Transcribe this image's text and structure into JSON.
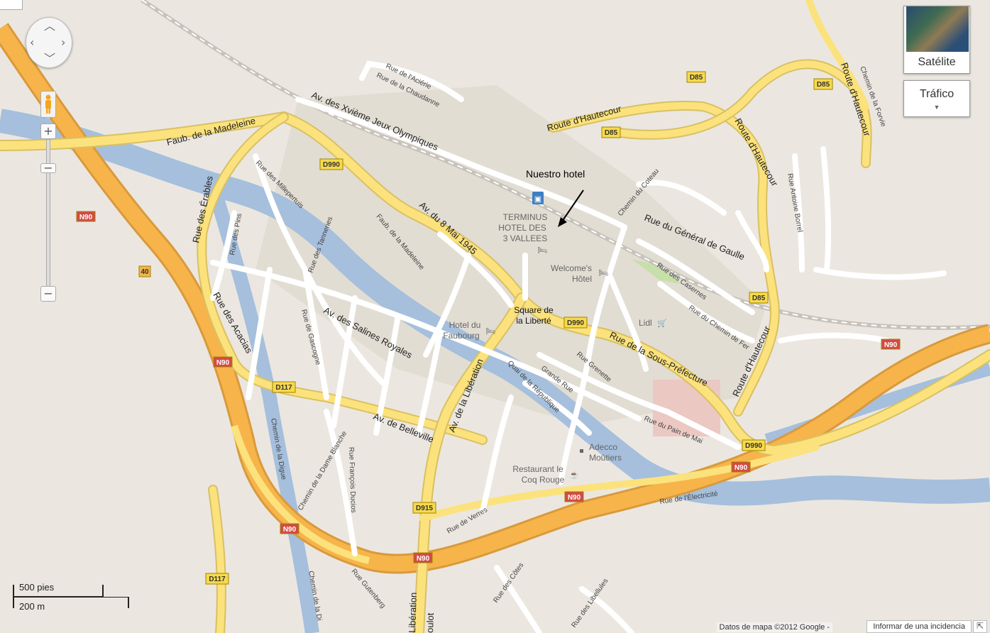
{
  "controls": {
    "pan": {
      "icons": [
        "chevron-up-icon",
        "chevron-left-icon",
        "chevron-right-icon",
        "chevron-down-icon"
      ]
    },
    "zoom_in": "+",
    "zoom_out": "−",
    "map_type": "Satélite",
    "traffic": "Tráfico"
  },
  "annotation": "Nuestro hotel",
  "places": {
    "terminus": [
      "TERMINUS",
      "HOTEL DES",
      "3 VALLEES"
    ],
    "welcome": [
      "Welcome's",
      "Hôtel"
    ],
    "faubourg": [
      "Hotel du",
      "Faubourg"
    ],
    "square": [
      "Square de",
      "la Liberté"
    ],
    "lidl": "Lidl",
    "adecco": [
      "Adecco",
      "Moûtiers"
    ],
    "restaurant": [
      "Restaurant le",
      "Coq Rouge"
    ]
  },
  "streets": {
    "madeleine_top": "Faub. de la Madeleine",
    "xvieme": "Av. des Xvième Jeux Olympiques",
    "acierie": "Rue de l'Aciérie",
    "chaudanne": "Rue de la Chaudanne",
    "hautecour": "Route d'Hautecour",
    "hautecour2": "Route d'Hautecour",
    "hautecour3": "Route d'Hautecour",
    "hautecour4": "Route d'Hautecour",
    "forvie": "Chemin de la Forvie",
    "coteau": "Chemin du Coteau",
    "gaulle": "Rue du Général de Gaulle",
    "borrel": "Rue Antoine Borrel",
    "casernes": "Rue des Casernes",
    "chemin_fer": "Rue du Chemin de Fer",
    "mai": "Av. du 8 Mai 1945",
    "madeleine2": "Faub. de la Madeleine",
    "erables": "Rue des Érables",
    "pins": "Rue des Pins",
    "millepertuis": "Rue des Millepertuis",
    "tanneries": "Rue des Tanneries",
    "salines": "Av. des Salines Royales",
    "acacias": "Rue des Acacias",
    "gascogne": "Rue de Gascogne",
    "belleville": "Av. de Belleville",
    "liberation": "Av. de la Libération",
    "liberation2": "Libération",
    "quai": "Quai de la République",
    "grande": "Grande Rue",
    "grenette": "Rue Grenette",
    "sous_prefecture": "Rue de la Sous-Préfecture",
    "pain": "Rue du Pain de Mai",
    "electricite": "Rue de l'Électricité",
    "verres": "Rue de Verres",
    "digue": "Chemin de la Digue",
    "dame_blanche": "Chemin de la Dame Blanche",
    "ducios": "Rue François Ducios",
    "gutenberg": "Rue Gutenberg",
    "chemin_di": "Chemin de la Di",
    "boulot": "oulot",
    "cotes": "Rue des Côtes",
    "libellules": "Rue des Libellules"
  },
  "shields": {
    "D990": "D990",
    "D85": "D85",
    "N90": "N90",
    "D117": "D117",
    "D915": "D915",
    "A40": "40"
  },
  "scale": {
    "imperial": "500 pies",
    "metric": "200 m"
  },
  "footer": {
    "attribution": "Datos de mapa ©2012 Google -",
    "report": "Informar de una incidencia"
  },
  "colors": {
    "land": "#ebe7e0",
    "water": "#a5bfdd",
    "major_road": "#fbe27c",
    "highway": "#f6b44b",
    "minor_road": "#ffffff",
    "park": "#c7dfa8",
    "special": "#ecc8c3"
  }
}
